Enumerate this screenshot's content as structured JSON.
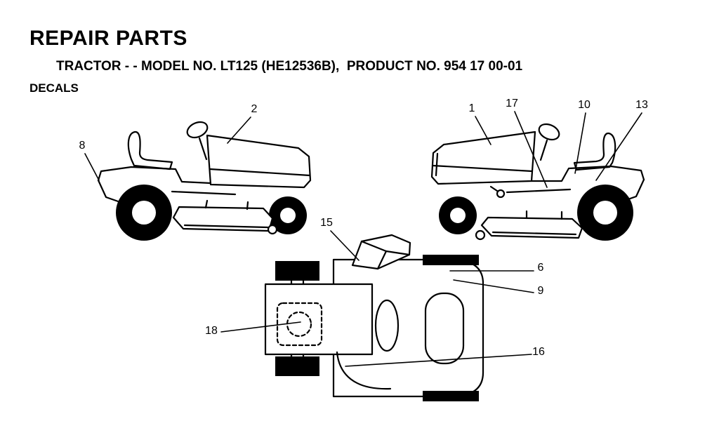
{
  "header": {
    "title": "REPAIR PARTS",
    "subtitle": "TRACTOR - - MODEL NO. LT125 (HE12536B),  PRODUCT NO. 954 17 00-01",
    "section": "DECALS"
  },
  "callouts": [
    {
      "label": "2"
    },
    {
      "label": "8"
    },
    {
      "label": "1"
    },
    {
      "label": "17"
    },
    {
      "label": "10"
    },
    {
      "label": "13"
    },
    {
      "label": "15"
    },
    {
      "label": "6"
    },
    {
      "label": "9"
    },
    {
      "label": "18"
    },
    {
      "label": "16"
    }
  ],
  "colors": {
    "ink": "#000000",
    "background": "#ffffff"
  }
}
